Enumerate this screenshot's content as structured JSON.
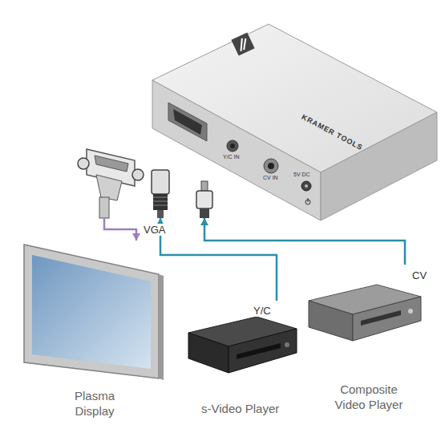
{
  "diagram": {
    "nodes": [
      {
        "text": [
          "KRAMER TOOLS"
        ]
      },
      {
        "text": [
          "Plasma Display"
        ]
      },
      {
        "text": [
          "s-Video Player"
        ]
      },
      {
        "text": [
          "Composite Video Player"
        ]
      }
    ],
    "edges": [
      {
        "from": 0,
        "to": 1,
        "label": "VGA",
        "arrow": "to"
      },
      {
        "from": 2,
        "to": 0,
        "label": "Y/C",
        "arrow": "to"
      },
      {
        "from": 3,
        "to": 0,
        "label": "CV",
        "arrow": "to"
      }
    ],
    "labels": [
      "Y/C IN",
      "CV IN",
      "5V DC"
    ]
  }
}
